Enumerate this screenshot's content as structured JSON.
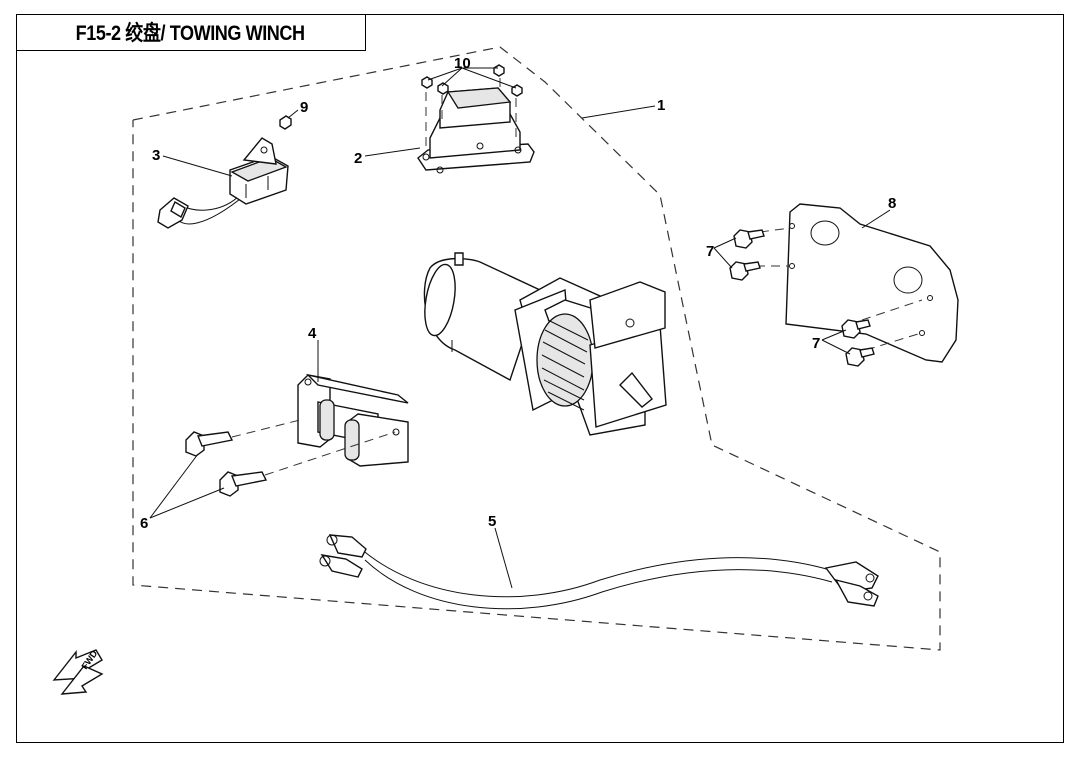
{
  "header": {
    "title": "F15-2  绞盘/ TOWING WINCH"
  },
  "callouts": {
    "c1": "1",
    "c2": "2",
    "c3": "3",
    "c4": "4",
    "c5": "5",
    "c6": "6",
    "c7a": "7",
    "c7b": "7",
    "c8": "8",
    "c9": "9",
    "c10": "10"
  },
  "fwd_arrow": {
    "label": "FWD"
  },
  "colors": {
    "line": "#111111",
    "background": "#ffffff",
    "shade": "#e6e6e6"
  }
}
